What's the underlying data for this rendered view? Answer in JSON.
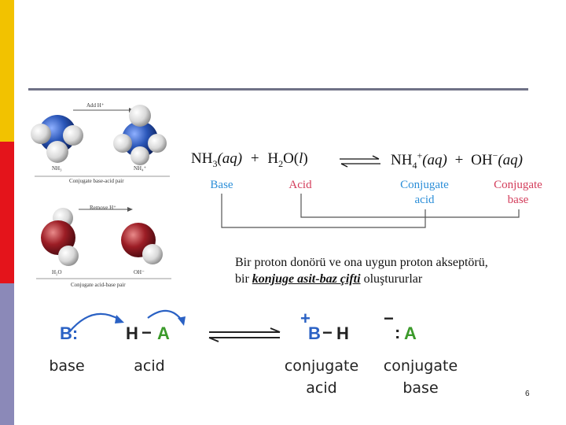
{
  "slide": {
    "page_number": "6",
    "colors": {
      "stripe_top": "#f2c200",
      "stripe_middle": "#e4141b",
      "stripe_bottom": "#8b89b8",
      "rule": "#6f7186"
    }
  },
  "figure_ammonia": {
    "arrow_label": "Add H⁺",
    "left_label": "NH₃",
    "right_label": "NH₄⁺",
    "pair_label": "Conjugate base-acid pair"
  },
  "figure_water": {
    "arrow_label": "Remove H⁺",
    "left_label": "H₂O",
    "right_label": "OH⁻",
    "pair_label": "Conjugate acid-base pair"
  },
  "equation": {
    "nh3": "NH",
    "nh3_sub": "3",
    "nh3_state": "(aq)",
    "plus1": "+",
    "h2o": "H",
    "h2o_sub": "2",
    "h2o_o": "O",
    "h2o_state": "(l)",
    "nh4": "NH",
    "nh4_sub": "4",
    "nh4_sup": "+",
    "nh4_state": "(aq)",
    "plus2": "+",
    "oh": "OH",
    "oh_sup": "−",
    "oh_state": "(aq)",
    "label_base": "Base",
    "label_acid": "Acid",
    "label_conj_acid_1": "Conjugate",
    "label_conj_acid_2": "acid",
    "label_conj_base_1": "Conjugate",
    "label_conj_base_2": "base"
  },
  "description": {
    "line1": "Bir proton donörü ve ona uygun proton akseptörü,",
    "line2_prefix": "bir",
    "line2_emphasis": "konjuge asit-baz çifti",
    "line2_suffix": "oluştururlar"
  },
  "scheme": {
    "b": "B:",
    "h": "H",
    "dash": "−",
    "a": "A",
    "prod_plus": "+",
    "prod_b": "B",
    "prod_h": "H",
    "prod_minus": "−",
    "prod_colon": ":",
    "prod_a": "A",
    "label_base": "base",
    "label_acid": "acid",
    "label_conj_acid_1": "conjugate",
    "label_conj_acid_2": "acid",
    "label_conj_base_1": "conjugate",
    "label_conj_base_2": "base",
    "colors": {
      "blue": "#2a61c4",
      "green": "#3b9a2a"
    }
  }
}
